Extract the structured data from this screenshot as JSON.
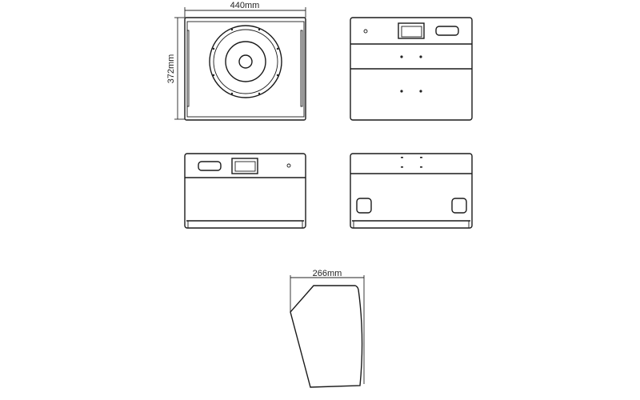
{
  "dimensions": {
    "width": "440mm",
    "height": "372mm",
    "depth": "266mm"
  },
  "colors": {
    "line": "#1a1a1a",
    "background": "#ffffff"
  }
}
